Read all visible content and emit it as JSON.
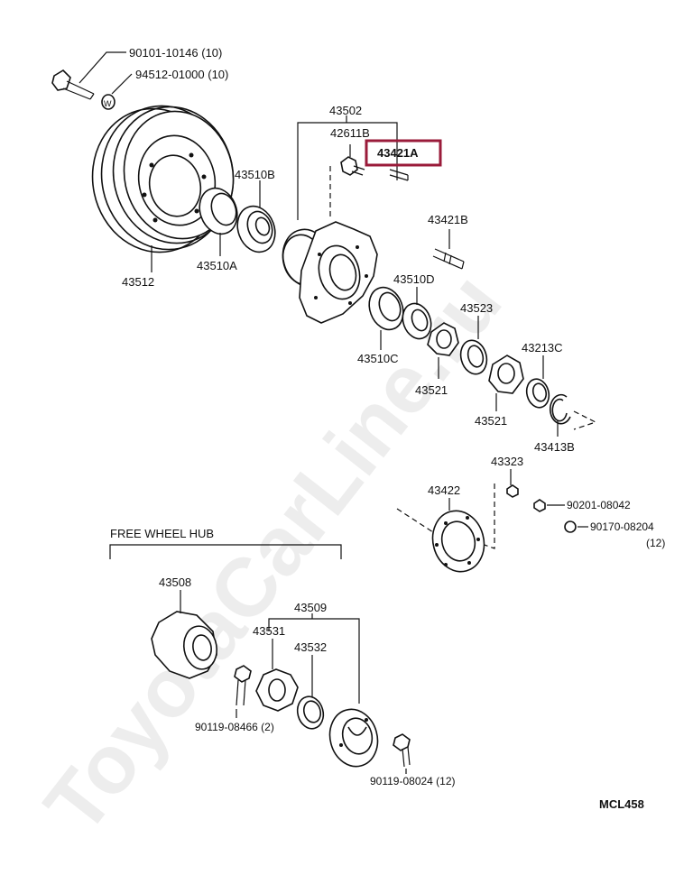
{
  "watermark": "ToyotaCarLine.ru",
  "diagram_code": "MCL458",
  "free_wheel_hub_title": "FREE WHEEL HUB",
  "highlighted_part": "43421A",
  "labels": {
    "p90101": "90101-10146 (10)",
    "p94512": "94512-01000 (10)",
    "p43502": "43502",
    "p42611": "42611B",
    "p43421A": "43421A",
    "p43510B": "43510B",
    "p43512": "43512",
    "p43510A": "43510A",
    "p43421B": "43421B",
    "p43510D": "43510D",
    "p43523": "43523",
    "p43510C": "43510C",
    "p43521a": "43521",
    "p43213C": "43213C",
    "p43521b": "43521",
    "p43413B": "43413B",
    "p43323": "43323",
    "p43422": "43422",
    "p90201": "90201-08042",
    "p90170": "90170-08204",
    "p90170qty": "(12)",
    "p43508": "43508",
    "p43509": "43509",
    "p43531": "43531",
    "p43532": "43532",
    "p90119a": "90119-08466 (2)",
    "p90119b": "90119-08024 (12)"
  }
}
